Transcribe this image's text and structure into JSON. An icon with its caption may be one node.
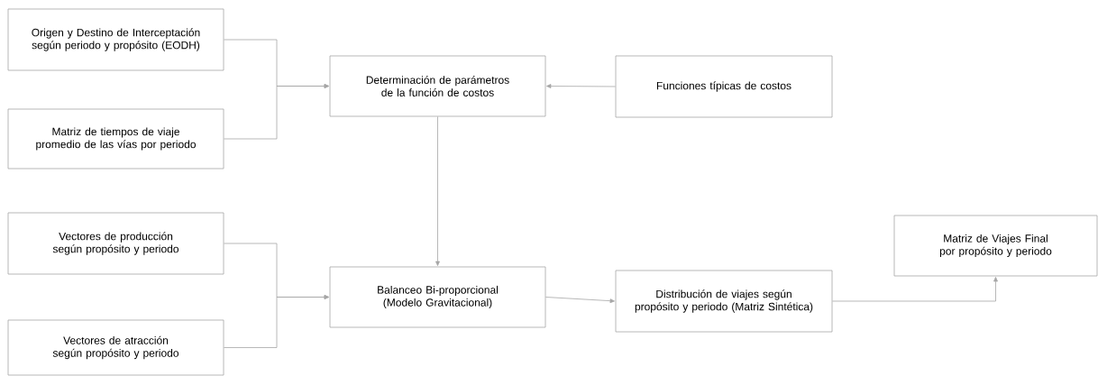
{
  "diagram": {
    "nodes": [
      {
        "text": [
          "Origen y Destino de Interceptación según periodo y propósito (EODH)"
        ]
      },
      {
        "text": [
          "Matriz de tiempos de viaje promedio de las vías por periodo"
        ]
      },
      {
        "text": [
          "Determinación de parámetros de la función de costos"
        ]
      },
      {
        "text": [
          "Funciones típicas de costos"
        ]
      },
      {
        "text": [
          "Vectores de producción según propósito y periodo"
        ]
      },
      {
        "text": [
          "Vectores de atracción según propósito y periodo"
        ]
      },
      {
        "text": [
          "Balanceo Bi-proporcional (Modelo Gravitacional)"
        ]
      },
      {
        "text": [
          "Distribución de viajes según propósito y periodo (Matriz Sintética)"
        ]
      },
      {
        "text": [
          "Matriz de Viajes Final por propósito y periodo"
        ]
      }
    ],
    "edges": [
      {
        "from": 0,
        "to": 2,
        "arrow": "to"
      },
      {
        "from": 1,
        "to": 2,
        "arrow": "to"
      },
      {
        "from": 3,
        "to": 2,
        "arrow": "to"
      },
      {
        "from": 2,
        "to": 6,
        "arrow": "to"
      },
      {
        "from": 4,
        "to": 6,
        "arrow": "to"
      },
      {
        "from": 5,
        "to": 6,
        "arrow": "to"
      },
      {
        "from": 6,
        "to": 7,
        "arrow": "to"
      },
      {
        "from": 7,
        "to": 8,
        "arrow": "to"
      }
    ]
  }
}
